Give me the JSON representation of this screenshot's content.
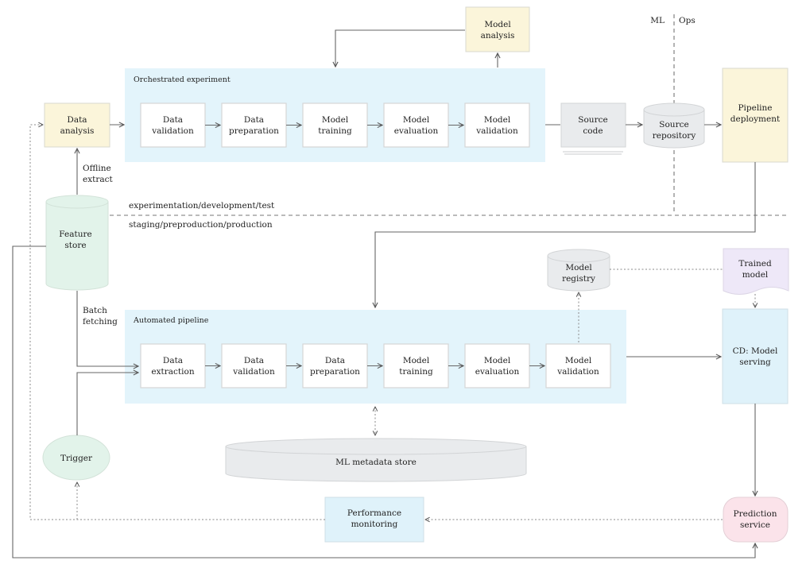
{
  "ml_label": "ML",
  "ops_label": "Ops",
  "env_upper": "experimentation/development/test",
  "env_lower": "staging/preproduction/production",
  "orchestrated": {
    "title": "Orchestrated experiment",
    "steps": [
      [
        "Data",
        "validation"
      ],
      [
        "Data",
        "preparation"
      ],
      [
        "Model",
        "training"
      ],
      [
        "Model",
        "evaluation"
      ],
      [
        "Model",
        "validation"
      ]
    ]
  },
  "automated": {
    "title": "Automated pipeline",
    "steps": [
      [
        "Data",
        "extraction"
      ],
      [
        "Data",
        "validation"
      ],
      [
        "Data",
        "preparation"
      ],
      [
        "Model",
        "training"
      ],
      [
        "Model",
        "evaluation"
      ],
      [
        "Model",
        "validation"
      ]
    ]
  },
  "model_analysis": [
    "Model",
    "analysis"
  ],
  "data_analysis": [
    "Data",
    "analysis"
  ],
  "offline_extract": [
    "Offline",
    "extract"
  ],
  "feature_store": [
    "Feature",
    "store"
  ],
  "batch_fetching": [
    "Batch",
    "fetching"
  ],
  "source_code": [
    "Source",
    "code"
  ],
  "source_repository": [
    "Source",
    "repository"
  ],
  "pipeline_deployment": [
    "Pipeline",
    "deployment"
  ],
  "model_registry": [
    "Model",
    "registry"
  ],
  "trained_model": [
    "Trained",
    "model"
  ],
  "cd_model_serving": [
    "CD: Model",
    "serving"
  ],
  "ml_metadata_store": "ML metadata store",
  "trigger": "Trigger",
  "performance_monitoring": [
    "Performance",
    "monitoring"
  ],
  "prediction_service": [
    "Prediction",
    "service"
  ]
}
